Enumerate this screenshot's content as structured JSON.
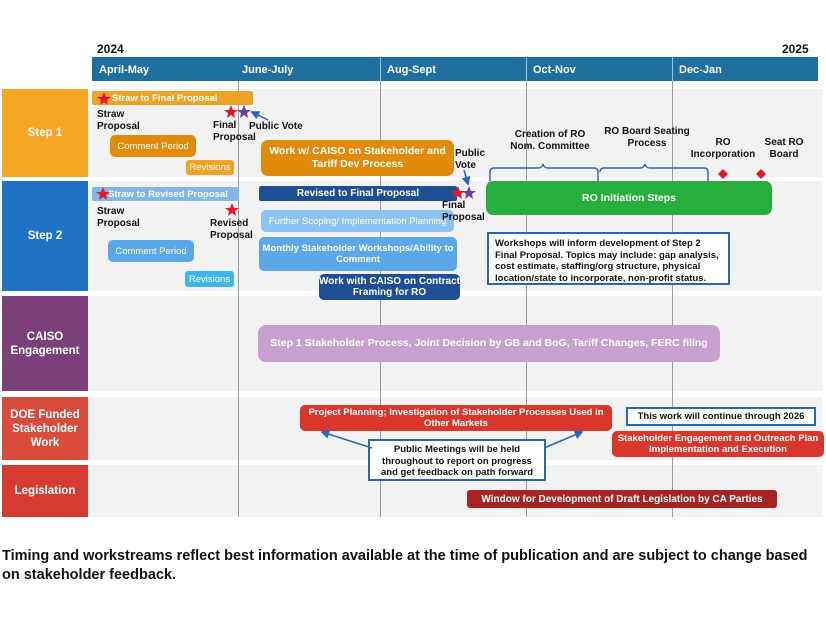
{
  "years": {
    "start": "2024",
    "end": "2025"
  },
  "periods": [
    "April-May",
    "June-July",
    "Aug-Sept",
    "Oct-Nov",
    "Dec-Jan"
  ],
  "rows": {
    "step1": "Step 1",
    "step2": "Step 2",
    "caiso": "CAISO Engagement",
    "doe": "DOE Funded Stakeholder Work",
    "legislation": "Legislation"
  },
  "step1": {
    "straw_to_final": "Straw to Final Proposal",
    "straw_proposal": "Straw Proposal",
    "comment_period": "Comment Period",
    "revisions": "Revisions",
    "final_proposal": "Final Proposal",
    "public_vote": "Public Vote",
    "work_caiso": "Work w/ CAISO on Stakeholder and Tariff Dev Process",
    "creation_ro": "Creation of RO Nom. Committee",
    "ro_board": "RO Board Seating Process",
    "ro_incorporation": "RO Incorporation",
    "seat_ro_board": "Seat RO Board"
  },
  "step2": {
    "straw_to_revised": "Straw to Revised Proposal",
    "straw_proposal": "Straw Proposal",
    "revised_proposal": "Revised Proposal",
    "comment_period": "Comment Period",
    "revisions": "Revisions",
    "revised_to_final": "Revised to Final Proposal",
    "further_scoping": "Further Scoping/ Implementation Planning",
    "monthly_workshops": "Monthly Stakeholder Workshops/Ability to Comment",
    "work_caiso_contract": "Work with CAISO on Contract Framing for RO",
    "public_vote": "Public Vote",
    "final_proposal": "Final Proposal",
    "ro_initiation": "RO Initiation Steps",
    "workshops_note": "Workshops will inform development of Step 2 Final Proposal. Topics may include: gap analysis, cost estimate, staffing/org structure, physical location/state to incorporate, non-profit status."
  },
  "caiso": {
    "process": "Step 1 Stakeholder Process, Joint Decision by GB and BoG, Tariff Changes, FERC filing"
  },
  "doe": {
    "project_planning": "Project Planning; Investigation of Stakeholder Processes Used in Other Markets",
    "continue_note": "This work will continue through 2026",
    "engagement": "Stakeholder Engagement and Outreach Plan Implementation and Execution",
    "public_meetings": "Public Meetings will be held throughout to report on progress and get feedback on path forward"
  },
  "legislation": {
    "window": "Window for Development of Draft Legislation by CA Parties"
  },
  "footer": "Timing and workstreams reflect best information available at the time of publication and are subject to change based on stakeholder feedback.",
  "colors": {
    "header": "#1f6f9f",
    "step1": "#f5a623",
    "step2": "#1f72c4",
    "caiso": "#7b3f7a",
    "doe": "#d94b3a",
    "legislation": "#d63b31",
    "orange_bar": "#e08b0c",
    "navy_bar": "#1d4f94",
    "green_bar": "#27ae3c",
    "lavender_bar": "#c8a0d0",
    "red_bar": "#d9372c",
    "dark_red_bar": "#a82424",
    "star_red": "#e4162b",
    "star_purple": "#6a3fa0",
    "diamond": "#e4162b"
  }
}
